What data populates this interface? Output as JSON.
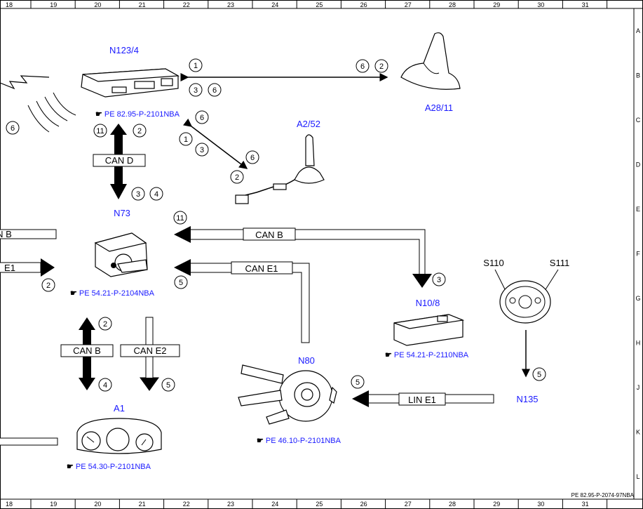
{
  "grid": {
    "columns": [
      "18",
      "19",
      "20",
      "21",
      "22",
      "23",
      "24",
      "25",
      "26",
      "27",
      "28",
      "29",
      "30",
      "31"
    ],
    "rows": [
      "A",
      "B",
      "C",
      "D",
      "E",
      "F",
      "G",
      "H",
      "J",
      "K",
      "L"
    ]
  },
  "footer_code": "PE 82.95-P-2074-97NBA",
  "components": {
    "n123_4": "N123/4",
    "a28_11": "A28/11",
    "a2_52": "A2/52",
    "n73": "N73",
    "n10_8": "N10/8",
    "s110": "S110",
    "s111": "S111",
    "n80": "N80",
    "n135": "N135",
    "a1": "A1"
  },
  "refs": {
    "n123_4": "PE 82.95-P-2101NBA",
    "n73": "PE 54.21-P-2104NBA",
    "n10_8": "PE 54.21-P-2110NBA",
    "n80": "PE 46.10-P-2101NBA",
    "a1": "PE 54.30-P-2101NBA"
  },
  "buses": {
    "can_d": "CAN D",
    "can_b_top": "CAN B",
    "can_e1": "CAN E1",
    "can_b_a1": "CAN B",
    "can_e2": "CAN E2",
    "lin_e1": "LIN E1",
    "left_b": "N B",
    "left_e1": "E1"
  },
  "numbers": {
    "n1": "1",
    "n2": "2",
    "n3": "3",
    "n4": "4",
    "n5": "5",
    "n6": "6",
    "n11": "11"
  }
}
